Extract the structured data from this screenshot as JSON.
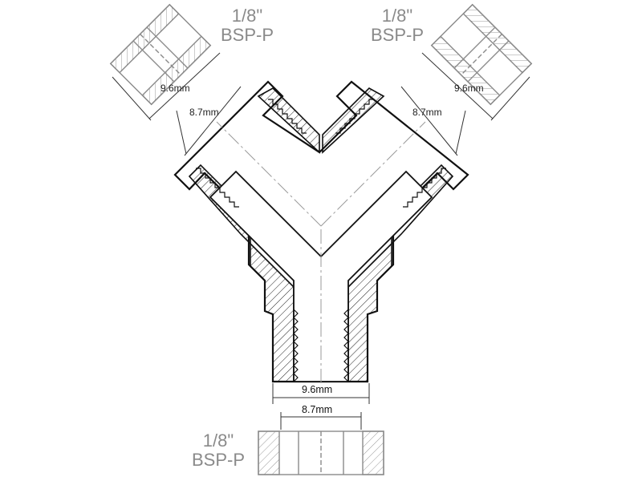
{
  "labels": {
    "top_left_size": "1/8\"",
    "top_left_thread": "BSP-P",
    "top_right_size": "1/8\"",
    "top_right_thread": "BSP-P",
    "bottom_size": "1/8\"",
    "bottom_thread": "BSP-P"
  },
  "dimensions": {
    "left_outer": "9.6mm",
    "left_inner": "8.7mm",
    "right_outer": "9.6mm",
    "right_inner": "8.7mm",
    "bottom_outer": "9.6mm",
    "bottom_inner": "8.7mm"
  }
}
